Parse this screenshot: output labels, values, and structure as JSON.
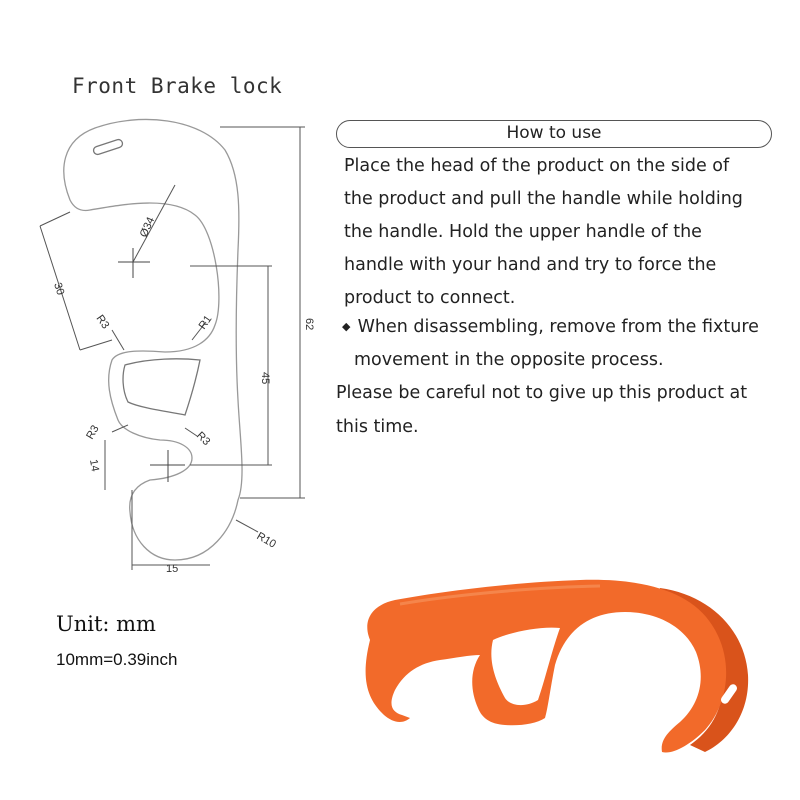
{
  "title": "Front Brake lock",
  "how_to_use": {
    "heading": "How to use",
    "lines": [
      "Place the head of the product on the side of",
      "the product and pull the handle while holding",
      "the handle. Hold the upper handle of the",
      "handle with your hand and try to force the",
      "product to connect."
    ],
    "bullet_symbol": "◆",
    "bullet_lines": [
      "When disassembling, remove from the fixture",
      "movement in the opposite process."
    ],
    "note_lines": [
      "Please be careful not to give up this product at",
      "this time."
    ]
  },
  "unit_label": "Unit: mm",
  "conversion": "10mm=0.39inch",
  "dimensions": {
    "d34": "Ø34",
    "d30": "30",
    "d62": "62",
    "d45": "45",
    "d14": "14",
    "d15": "15",
    "r1": "R1",
    "r3a": "R3",
    "r3b": "R3",
    "r3c": "R3",
    "r10": "R10"
  },
  "colors": {
    "product_orange": "#f26a2a",
    "product_shade": "#d9531b",
    "line_gray": "#666666"
  }
}
